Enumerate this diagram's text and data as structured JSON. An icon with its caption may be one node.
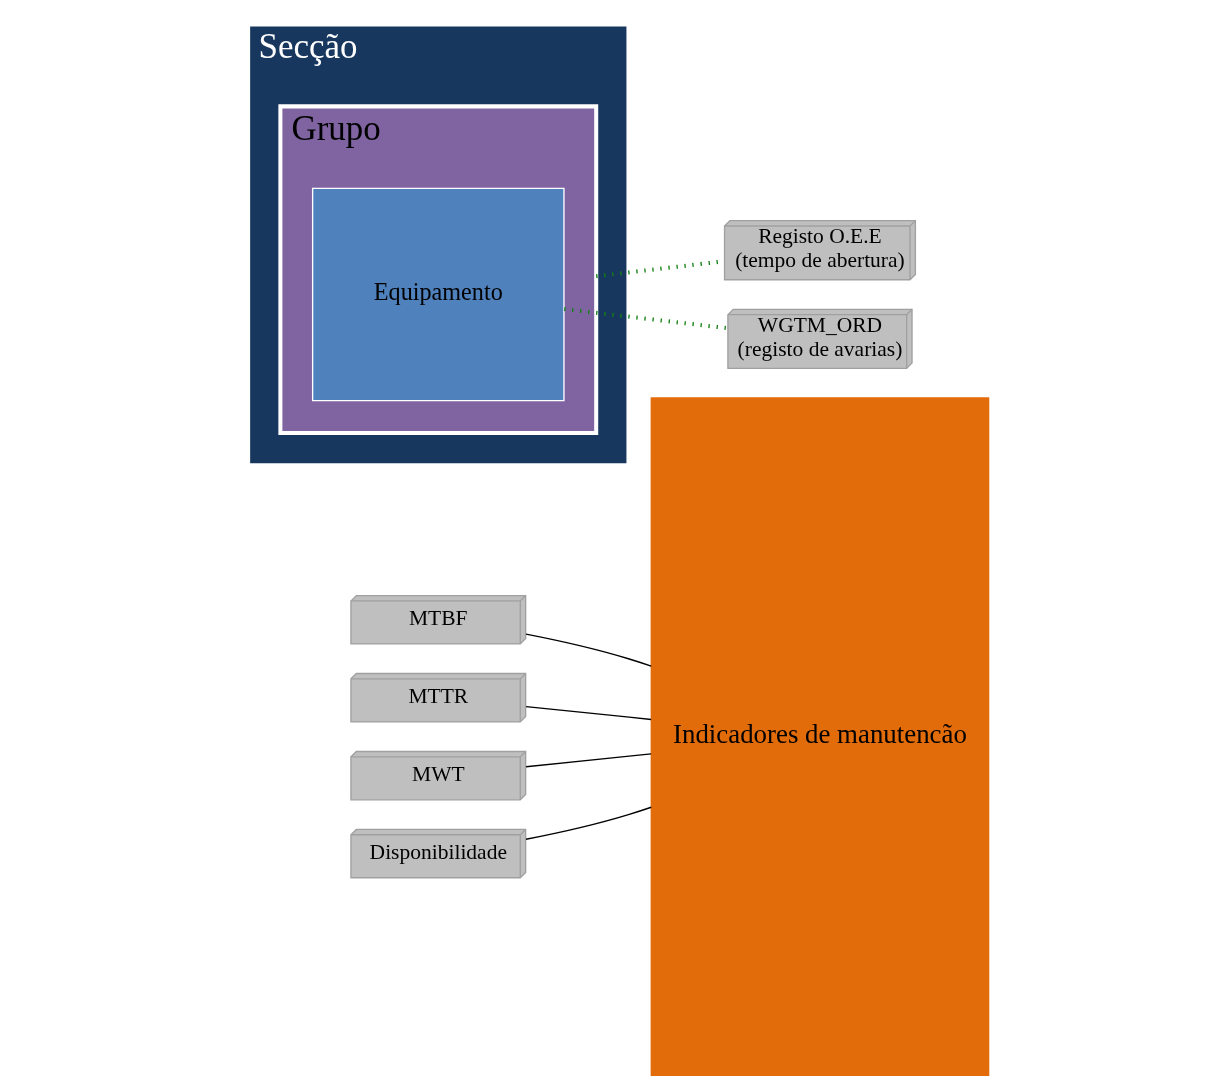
{
  "diagram": {
    "nodes": [
      {
        "text": [
          "Indicadores de manutencão"
        ]
      },
      {
        "text": [
          "Secção"
        ]
      },
      {
        "text": [
          "Grupo"
        ],
        "in": 1
      },
      {
        "text": [
          "Equipamento"
        ],
        "in": 2
      },
      {
        "text": [
          "MTBF"
        ]
      },
      {
        "text": [
          "MTTR"
        ]
      },
      {
        "text": [
          "MWT"
        ]
      },
      {
        "text": [
          "Disponibilidade"
        ]
      },
      {
        "text": [
          "Registo O.E.E",
          "(tempo de abertura)"
        ]
      },
      {
        "text": [
          "WGTM_ORD",
          "(registo de avarias)"
        ]
      }
    ],
    "edges": [
      {
        "from": 4,
        "to": 0,
        "arrow": "none"
      },
      {
        "from": 5,
        "to": 0,
        "arrow": "none"
      },
      {
        "from": 6,
        "to": 0,
        "arrow": "none"
      },
      {
        "from": 7,
        "to": 0,
        "arrow": "none"
      },
      {
        "from": 2,
        "to": 8,
        "arrow": "none",
        "style": "dashed",
        "color": "#128012"
      },
      {
        "from": 3,
        "to": 9,
        "arrow": "none",
        "style": "dashed",
        "color": "#128012"
      }
    ]
  }
}
